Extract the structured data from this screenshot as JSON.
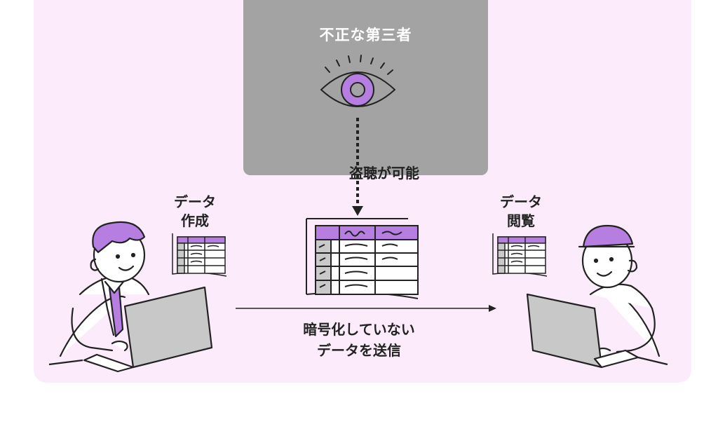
{
  "attacker": {
    "title": "不正な第三者"
  },
  "eavesdrop_label": "盗聴が可能",
  "sender": {
    "line1": "データ",
    "line2": "作成"
  },
  "receiver": {
    "line1": "データ",
    "line2": "閲覧"
  },
  "transmission": {
    "line1": "暗号化していない",
    "line2": "データを送信"
  },
  "colors": {
    "accent": "#b57ee0",
    "panel": "#fcecfb",
    "attacker_box": "#a3a3a3",
    "laptop": "#c8c8c8"
  }
}
